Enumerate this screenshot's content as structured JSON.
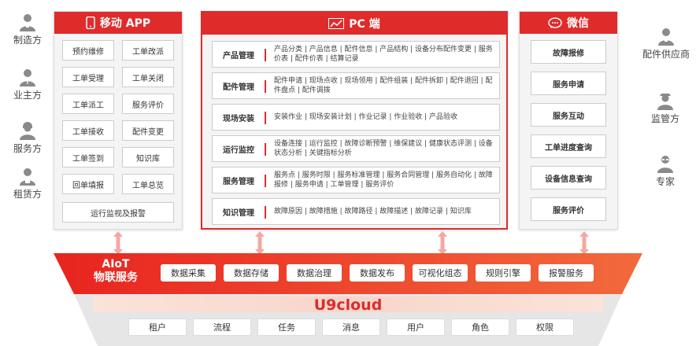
{
  "left_roles": [
    {
      "label": "制造方",
      "icon": "manufacturer-person-icon"
    },
    {
      "label": "业主方",
      "icon": "owner-person-icon"
    },
    {
      "label": "服务方",
      "icon": "service-person-icon"
    },
    {
      "label": "租赁方",
      "icon": "leasing-person-icon"
    }
  ],
  "right_roles": [
    {
      "label": "配件供应商",
      "icon": "supplier-person-icon"
    },
    {
      "label": "监管方",
      "icon": "regulator-person-icon"
    },
    {
      "label": "专家",
      "icon": "expert-person-icon"
    }
  ],
  "mobile": {
    "title": "移动 APP",
    "icon": "mobile-phone-icon",
    "items": [
      "预约维修",
      "工单改派",
      "工单受理",
      "工单关闭",
      "工单派工",
      "服务评价",
      "工单接收",
      "配件变更",
      "工单签到",
      "知识库",
      "回单填报",
      "工单总览"
    ],
    "wide_item": "运行监视及报警"
  },
  "pc": {
    "title": "PC 端",
    "icon": "line-chart-icon",
    "rows": [
      {
        "name": "产品管理",
        "text": "产品分类 | 产品信息 | 配件信息 | 产品结构 | 设备分布配件变更 | 服务价表 | 配件价表 | 结算记录"
      },
      {
        "name": "配件管理",
        "text": "配件申请 | 现场点收 | 现场领用 | 配件组装 | 配件拆卸 | 配件退回 | 配件盘点 | 配件调拨"
      },
      {
        "name": "现场安装",
        "text": "安装作业 | 现场安装计划 | 作业记录 | 作业验收 | 产品验收"
      },
      {
        "name": "运行监控",
        "text": "设备连接 | 运行监控 | 故障诊断预警 | 维保建议 | 健康状态评测 | 设备状态分析 | 关键指标分析"
      },
      {
        "name": "服务管理",
        "text": "服务点 | 服务时限 | 服务标准管理 | 服务合同管理 | 服务自动化 | 故障报修 | 服务申请 | 工单管理 | 服务评价"
      },
      {
        "name": "知识管理",
        "text": "故障原因 | 故障措施 | 故障路径 | 故障描述 | 故障记录 | 知识库"
      }
    ]
  },
  "wechat": {
    "title": "微信",
    "icon": "wechat-bubble-icon",
    "items": [
      "故障报修",
      "服务申请",
      "服务互动",
      "工单进度查询",
      "设备信息查询",
      "服务评价"
    ]
  },
  "aiot": {
    "title_line1": "AIoT",
    "title_line2": "物联服务",
    "services": [
      "数据采集",
      "数据存储",
      "数据治理",
      "数据发布",
      "可视化组态",
      "规则引擎",
      "报警服务"
    ]
  },
  "platform": {
    "brand": "U9cloud",
    "items": [
      "租户",
      "流程",
      "任务",
      "消息",
      "用户",
      "角色",
      "权限"
    ]
  },
  "colors": {
    "accent": "#e02b2b",
    "panel_bg": "#f4f4f4",
    "arrow": "#f4a8a0",
    "base_gray": "#e6e6e6"
  }
}
